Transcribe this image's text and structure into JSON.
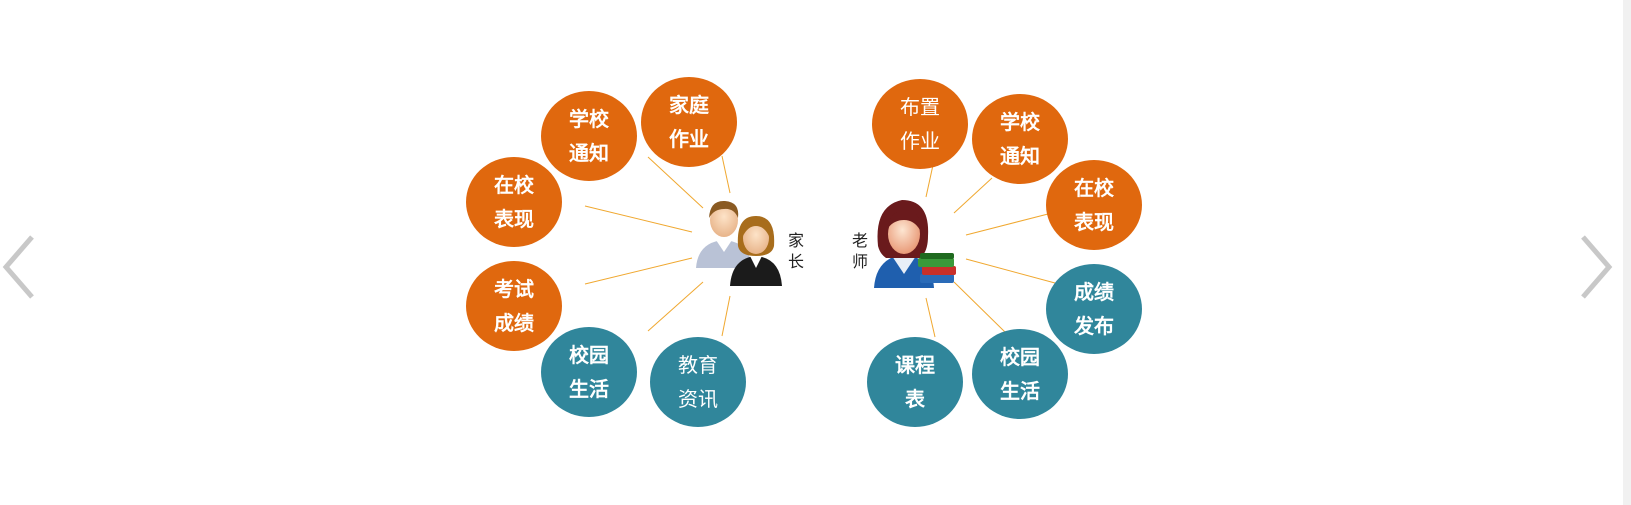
{
  "colors": {
    "orange": "#e0680e",
    "teal": "#30869b",
    "line": "#f0a830",
    "arrow": "#c8c8c8"
  },
  "nav": {
    "prev_icon": "chevron-left-icon",
    "next_icon": "chevron-right-icon"
  },
  "parent": {
    "label": [
      "家",
      "长"
    ],
    "icon": "parents-icon",
    "bubbles": [
      {
        "lines": [
          "家庭",
          "作业"
        ],
        "color": "orange"
      },
      {
        "lines": [
          "学校",
          "通知"
        ],
        "color": "orange"
      },
      {
        "lines": [
          "在校",
          "表现"
        ],
        "color": "orange"
      },
      {
        "lines": [
          "考试",
          "成绩"
        ],
        "color": "orange"
      },
      {
        "lines": [
          "校园",
          "生活"
        ],
        "color": "teal"
      },
      {
        "lines": [
          "教育",
          "资讯"
        ],
        "color": "teal"
      }
    ]
  },
  "teacher": {
    "label": [
      "老",
      "师"
    ],
    "icon": "teacher-icon",
    "bubbles": [
      {
        "lines": [
          "布置",
          "作业"
        ],
        "color": "orange"
      },
      {
        "lines": [
          "学校",
          "通知"
        ],
        "color": "orange"
      },
      {
        "lines": [
          "在校",
          "表现"
        ],
        "color": "orange"
      },
      {
        "lines": [
          "成绩",
          "发布"
        ],
        "color": "teal"
      },
      {
        "lines": [
          "校园",
          "生活"
        ],
        "color": "teal"
      },
      {
        "lines": [
          "课程",
          "表"
        ],
        "color": "teal"
      }
    ]
  }
}
